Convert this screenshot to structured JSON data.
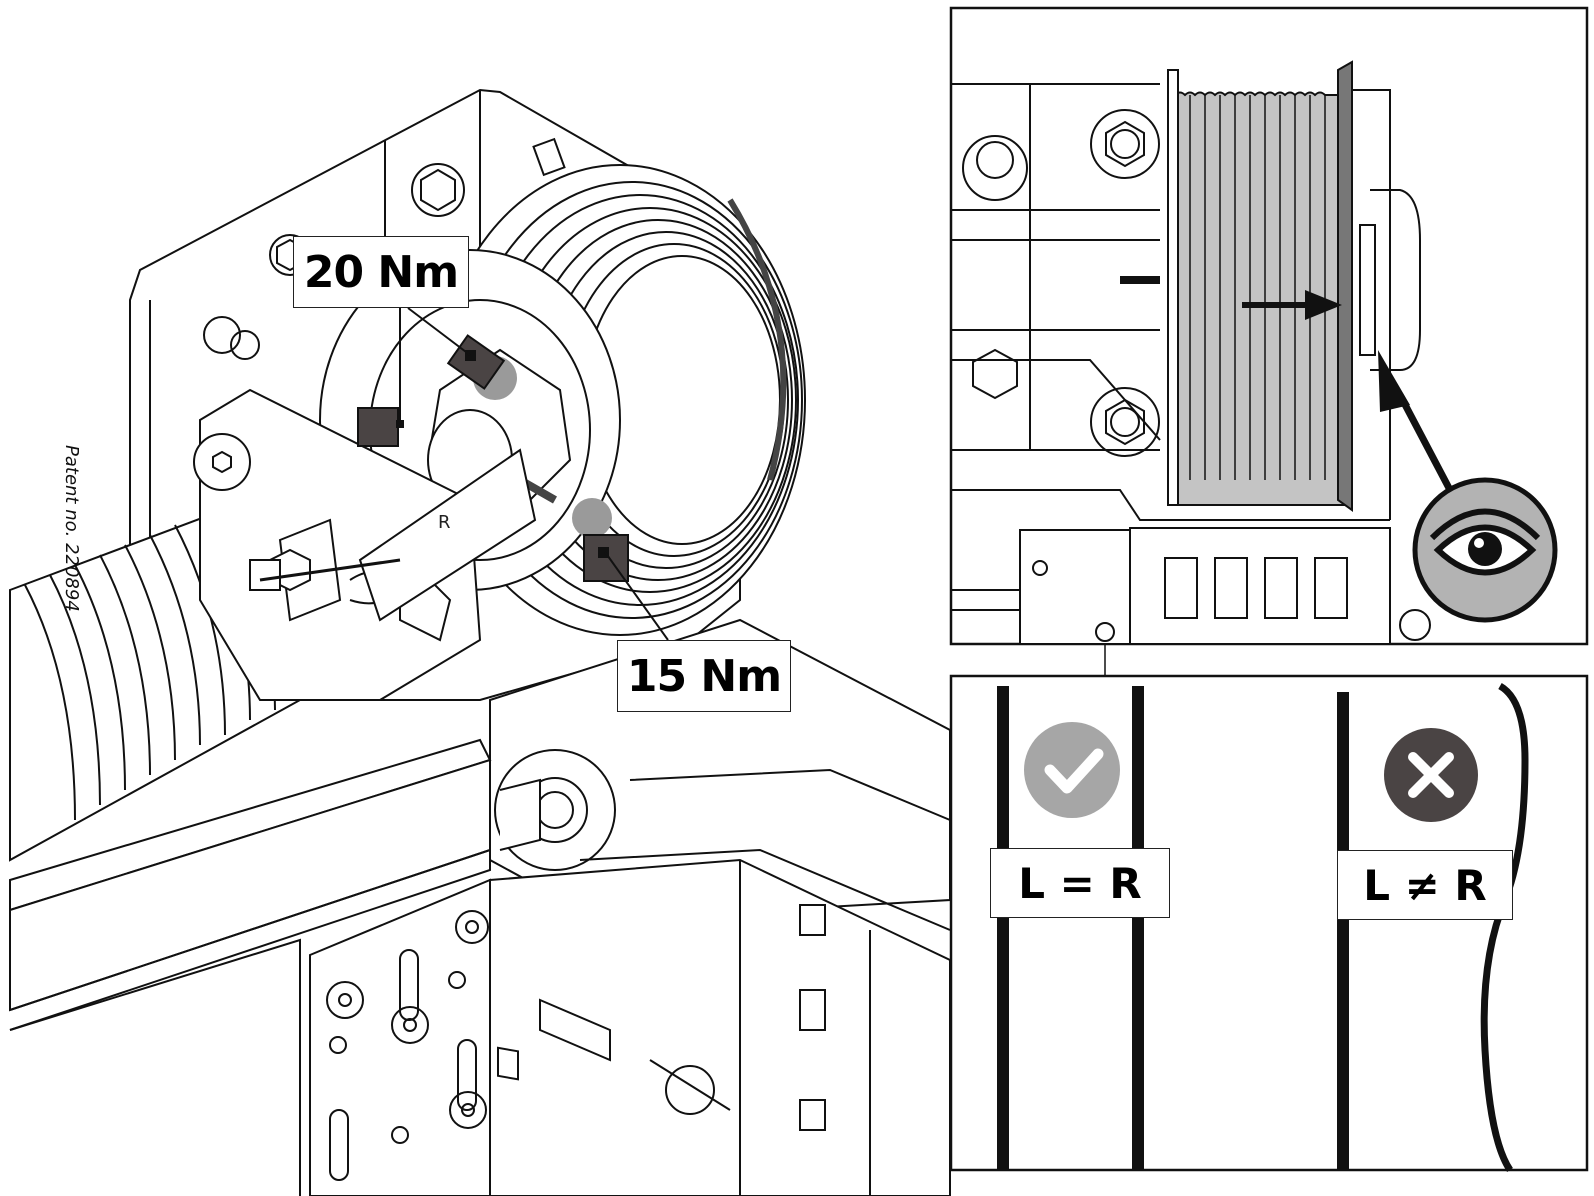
{
  "labels": {
    "torque_top": "20 Nm",
    "torque_bottom": "15 Nm",
    "equal": "L = R",
    "not_equal": "L ≠ R"
  },
  "engraving": {
    "patent": "Patent no. 220894",
    "side_mark": "R"
  },
  "icons": {
    "check": "check-icon",
    "cross": "cross-icon",
    "eye": "eye-icon"
  },
  "colors": {
    "line": "#111111",
    "grey_fill": "#b3b3b3",
    "dark_fill": "#4a4444",
    "highlight": "#9a9a9a"
  }
}
